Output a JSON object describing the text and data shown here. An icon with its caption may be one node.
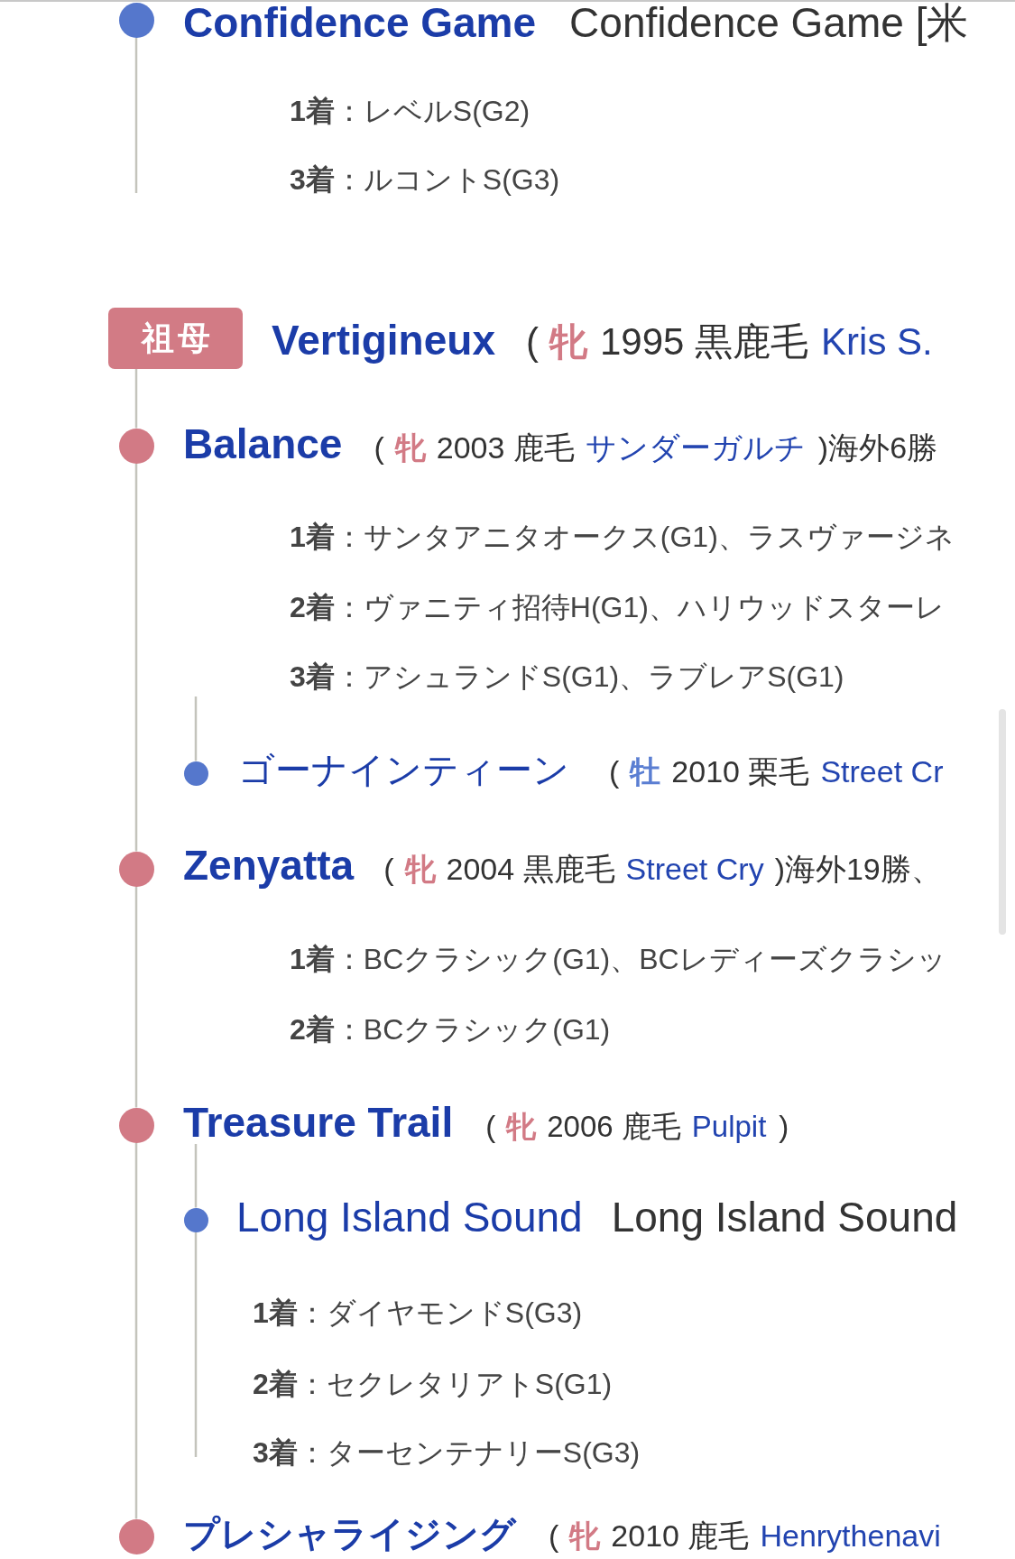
{
  "diagram": {
    "nodes": [
      {
        "text": [],
        "shape": "circle",
        "beside": [
          "Confidence Game",
          "Confidence Game [米"
        ]
      },
      {
        "text": [
          "祖母"
        ],
        "beside": [
          "Vertigineux",
          "(",
          "牝",
          "1995 黒鹿毛",
          "Kris S."
        ]
      },
      {
        "text": [],
        "shape": "circle",
        "beside": [
          "Balance",
          "(",
          "牝",
          "2003 鹿毛",
          "サンダーガルチ",
          ")海外6勝"
        ]
      },
      {
        "text": [],
        "shape": "circle",
        "beside": [
          "ゴーナインティーン",
          "(",
          "牡",
          "2010 栗毛",
          "Street Cr"
        ]
      },
      {
        "text": [],
        "shape": "circle",
        "beside": [
          "Zenyatta",
          "(",
          "牝",
          "2004 黒鹿毛",
          "Street Cry",
          ")海外19勝、"
        ]
      },
      {
        "text": [],
        "shape": "circle",
        "beside": [
          "Treasure Trail",
          "(",
          "牝",
          "2006 鹿毛",
          "Pulpit",
          ")"
        ]
      },
      {
        "text": [],
        "shape": "circle",
        "beside": [
          "Long Island Sound",
          "Long Island Sound"
        ]
      },
      {
        "text": [],
        "shape": "circle",
        "beside": [
          "プレシャライジング",
          "(",
          "牝",
          "2010 鹿毛",
          "Henrythenavi"
        ]
      }
    ],
    "edges": [
      {
        "from": 0,
        "to": null,
        "arrow": "none"
      },
      {
        "from": 1,
        "to": 2,
        "arrow": "none"
      },
      {
        "from": null,
        "to": 3,
        "arrow": "none"
      },
      {
        "from": 2,
        "to": 4,
        "arrow": "none"
      },
      {
        "from": 4,
        "to": 5,
        "arrow": "none"
      },
      {
        "from": 5,
        "to": 6,
        "arrow": "none"
      },
      {
        "from": 6,
        "to": null,
        "arrow": "none"
      },
      {
        "from": 5,
        "to": 7,
        "arrow": "none"
      }
    ],
    "labels": [
      "**1着**：レベルS(G2)",
      "**3着**：ルコントS(G3)",
      "**1着**：サンタアニタオークス(G1)、ラスヴァージネ",
      "**2着**：ヴァニティ招待H(G1)、ハリウッドスターレ",
      "**3着**：アシュランドS(G1)、ラブレアS(G1)",
      "**1着**：BCクラシック(G1)、BCレディーズクラシッ",
      "**2着**：BCクラシック(G1)",
      "**1着**：ダイヤモンドS(G3)",
      "**2着**：セクレタリアトS(G1)",
      "**3着**：ターセンテナリーS(G3)"
    ]
  }
}
